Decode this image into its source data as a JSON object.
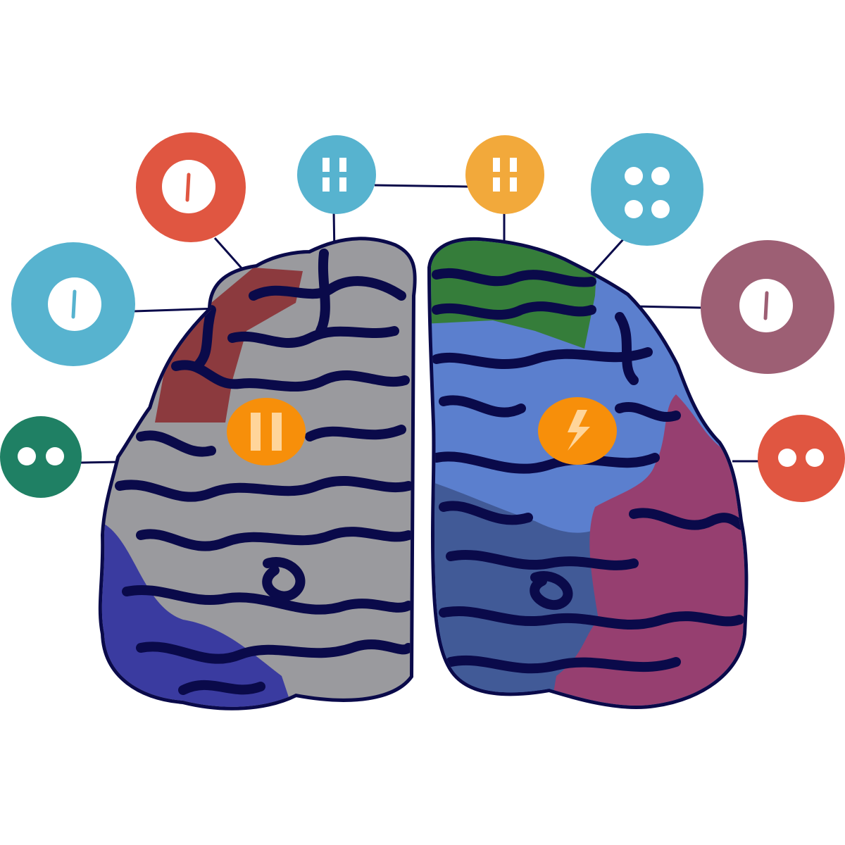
{
  "illustration": {
    "subject": "brain-hemispheres-with-connected-nodes",
    "colors": {
      "outline": "#0a0a4a",
      "gray_region": "#9a9a9e",
      "maroon_region": "#8c3a3e",
      "left_blue_region": "#3a3ba0",
      "green_region": "#357d3a",
      "light_blue_region": "#5b7fce",
      "dark_blue_region": "#415a97",
      "magenta_region": "#963f70",
      "center_badge": "#f78f0a",
      "center_badge_glyph": "#ffd59a"
    },
    "center_badges": [
      {
        "icon": "pause-icon",
        "hemisphere": "left"
      },
      {
        "icon": "lightning-icon",
        "hemisphere": "right"
      }
    ],
    "nodes": [
      {
        "name": "node-blue-line",
        "color": "#57b3cf",
        "icon": "line-in-circle-icon"
      },
      {
        "name": "node-red-line",
        "color": "#e05641",
        "icon": "line-in-circle-icon"
      },
      {
        "name": "node-blue-grid",
        "color": "#57b3cf",
        "icon": "four-bars-icon"
      },
      {
        "name": "node-orange-grid",
        "color": "#f2a93b",
        "icon": "four-bars-icon"
      },
      {
        "name": "node-blue-dots",
        "color": "#57b3cf",
        "icon": "four-dots-icon"
      },
      {
        "name": "node-mauve-line",
        "color": "#9d5f74",
        "icon": "line-in-circle-icon"
      },
      {
        "name": "node-red-dots",
        "color": "#e05641",
        "icon": "two-dots-icon"
      },
      {
        "name": "node-green-dots",
        "color": "#1f8064",
        "icon": "two-dots-icon"
      }
    ]
  }
}
